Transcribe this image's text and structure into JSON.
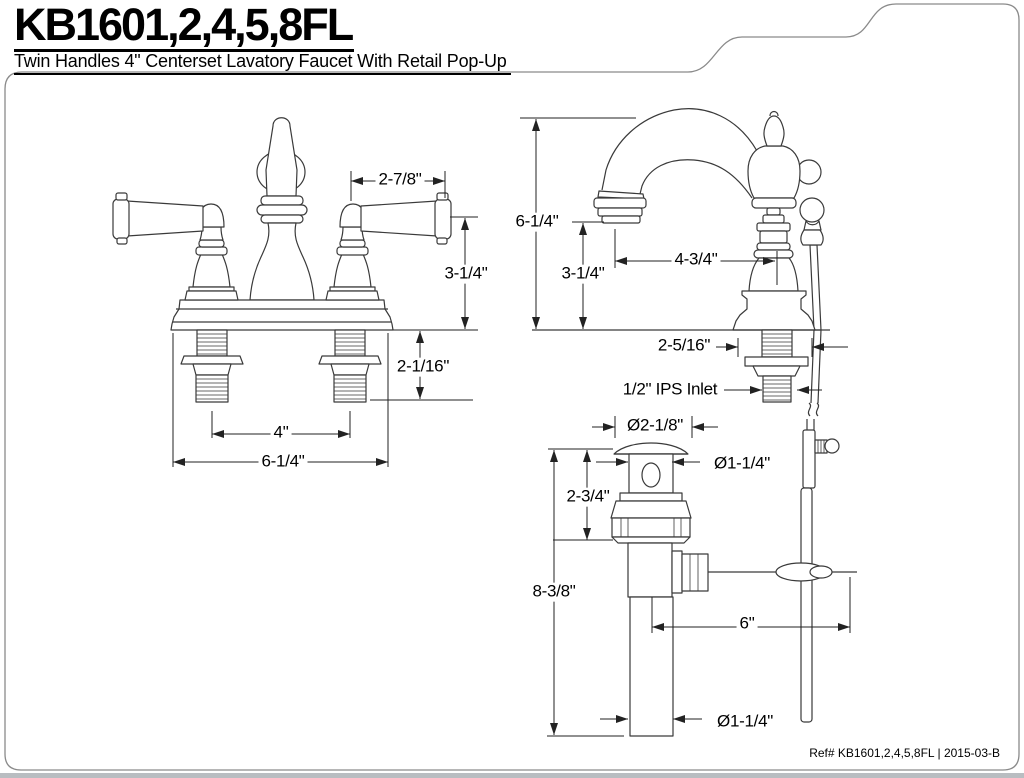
{
  "header": {
    "model": "KB1601,2,4,5,8FL",
    "subtitle": "Twin Handles 4\" Centerset Lavatory Faucet With Retail Pop-Up"
  },
  "front_view": {
    "dims": {
      "handle_length": "2-7/8\"",
      "handle_height": "3-1/4\"",
      "shank_depth": "2-1/16\"",
      "faucet_centers": "4\"",
      "overall_width": "6-1/4\""
    }
  },
  "side_view": {
    "dims": {
      "overall_height": "6-1/4\"",
      "spout_height": "3-1/4\"",
      "spout_reach": "4-3/4\"",
      "shank_width": "2-5/16\"",
      "inlet_label": "1/2\" IPS Inlet",
      "drain_flange_dia": "Ø2-1/8\"",
      "drain_body_dia": "Ø1-1/4\"",
      "drain_upper_height": "2-3/4\"",
      "drain_overall_height": "8-3/8\"",
      "lift_rod_length": "6\"",
      "tailpiece_dia": "Ø1-1/4\""
    }
  },
  "footer": {
    "ref": "Ref# KB1601,2,4,5,8FL | 2015-03-B"
  }
}
